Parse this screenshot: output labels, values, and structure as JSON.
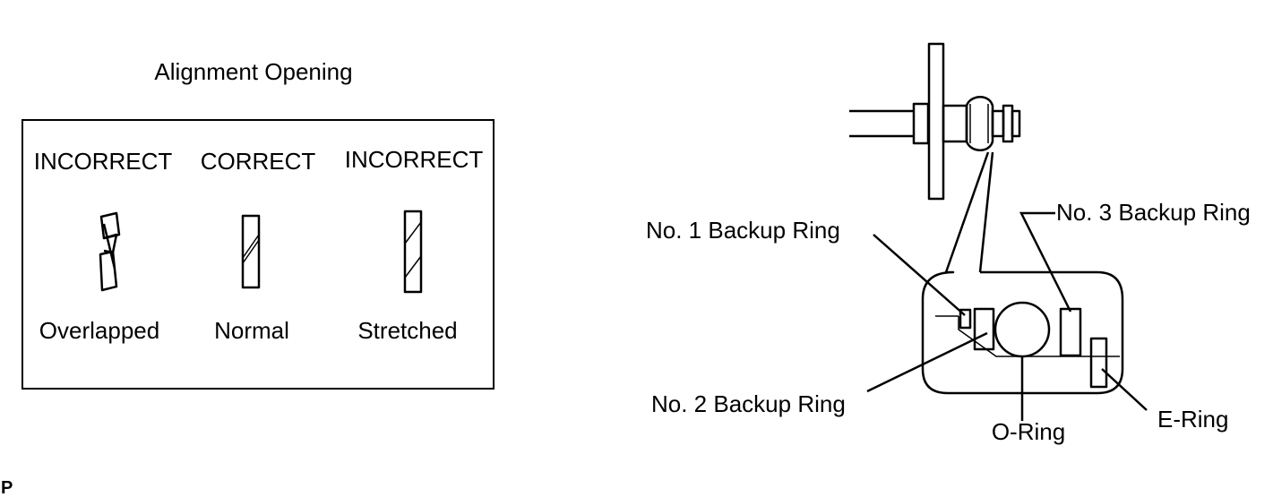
{
  "alignment": {
    "title": "Alignment Opening",
    "columns": [
      {
        "status": "INCORRECT",
        "caption": "Overlapped"
      },
      {
        "status": "CORRECT",
        "caption": "Normal"
      },
      {
        "status": "INCORRECT",
        "caption": "Stretched"
      }
    ]
  },
  "injector": {
    "callouts": {
      "backup_ring_1": "No. 1 Backup Ring",
      "backup_ring_2": "No. 2 Backup Ring",
      "backup_ring_3": "No. 3 Backup Ring",
      "o_ring": "O-Ring",
      "e_ring": "E-Ring"
    }
  },
  "figure_ref": "P"
}
